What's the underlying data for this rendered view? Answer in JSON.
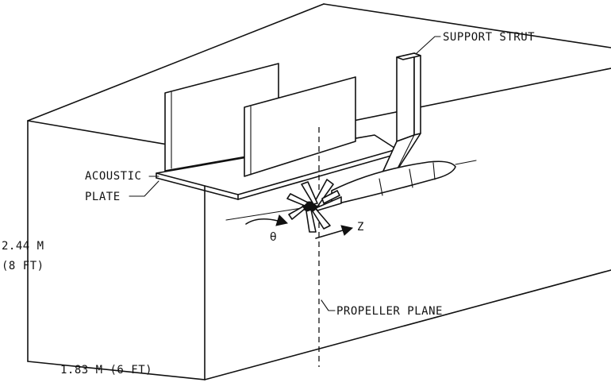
{
  "labels": {
    "support_strut": "SUPPORT STRUT",
    "acoustic_plate_line1": "ACOUSTIC",
    "acoustic_plate_line2": "PLATE",
    "height_metric": "2.44 M",
    "height_imperial": "(8 FT)",
    "width": "1.83 M (6 FT)",
    "propeller_plane": "PROPELLER PLANE",
    "theta": "θ",
    "z_axis": "Z"
  }
}
